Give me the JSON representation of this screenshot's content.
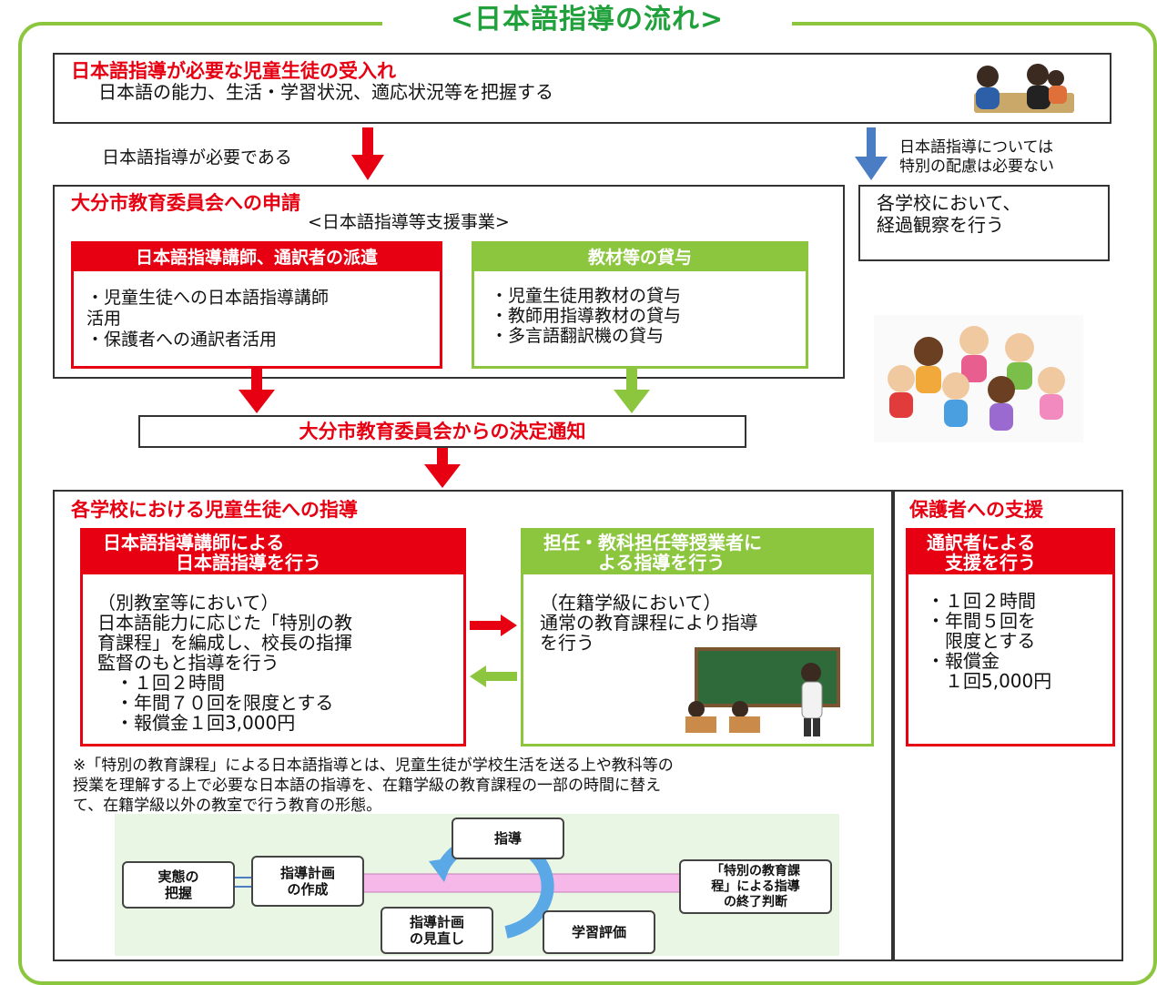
{
  "title": "<日本語指導の流れ>",
  "intake": {
    "heading": "日本語指導が必要な児童生徒の受入れ",
    "text": "日本語の能力、生活・学習状況、適応状況等を把握する"
  },
  "branch_needed_label": "日本語指導が必要である",
  "branch_not_needed_label": "日本語指導については\n特別の配慮は必要ない",
  "observe_box_text": "各学校において、\n経過観察を行う",
  "application": {
    "heading": "大分市教育委員会への申請",
    "subheading": "<日本語指導等支援事業>",
    "dispatch_title": "日本語指導講師、通訳者の派遣",
    "dispatch_text": "・児童生徒への日本語指導講師\n活用\n・保護者への通訳者活用",
    "lending_title": "教材等の貸与",
    "lending_text": "・児童生徒用教材の貸与\n・教師用指導教材の貸与\n・多言語翻訳機の貸与"
  },
  "decision_notice": "大分市教育委員会からの決定通知",
  "school_guidance": {
    "heading": "各学校における児童生徒への指導",
    "instructor_title": "日本語指導講師による\n　　　　日本語指導を行う",
    "instructor_text": "（別教室等において）\n日本語能力に応じた「特別の教\n育課程」を編成し、校長の指揮\n監督のもと指導を行う\n　・１回２時間\n　・年間７０回を限度とする\n　・報償金１回3,000円",
    "teacher_title": "担任・教科担任等授業者に\n　　　よる指導を行う",
    "teacher_text": "（在籍学級において）\n通常の教育課程により指導\nを行う",
    "note": "※「特別の教育課程」による日本語指導とは、児童生徒が学校生活を送る上や教科等の\n授業を理解する上で必要な日本語の指導を、在籍学級の教育課程の一部の時間に替え\nて、在籍学級以外の教室で行う教育の形態。"
  },
  "parent_support": {
    "heading": "保護者への支援",
    "box_title": "通訳者による\n　支援を行う",
    "box_text": "・１回２時間\n・年間５回を\n　限度とする\n・報償金\n　１回5,000円"
  },
  "cycle": {
    "grasp": "実態の\n把握",
    "plan": "指導計画\nの作成",
    "guide": "指導",
    "evaluate": "学習評価",
    "review": "指導計画\nの見直し",
    "end_judgment": "「特別の教育課\n程」による指導\nの終了判断"
  },
  "colors": {
    "red": "#e60012",
    "green": "#8cc63f",
    "blue": "#4a7dc4",
    "title_green": "#21a13b",
    "pink": "#f5b8e8",
    "cycle_bg": "#e9f6e3"
  },
  "icons": {
    "interview": "interview-illustration",
    "children": "children-illustration",
    "classroom": "classroom-illustration"
  }
}
